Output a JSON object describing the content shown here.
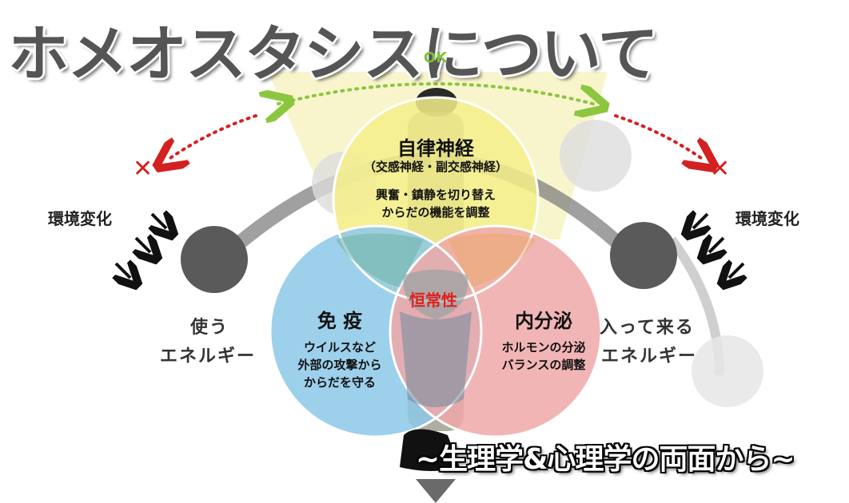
{
  "title": "ホメオスタシスについて",
  "subtitle": "~生理学&心理学の両面から~",
  "ok_label": "OK",
  "x_mark": "✕",
  "left_side": {
    "label": "環境変化",
    "energy_line1": "使う",
    "energy_line2": "エネルギー"
  },
  "right_side": {
    "label": "環境変化",
    "energy_line1": "入って来る",
    "energy_line2": "エネルギー"
  },
  "circles": {
    "autonomic": {
      "title": "自律神経",
      "subtitle": "（交感神経・副交感神経）",
      "line1": "興奮・鎮静を切り替え",
      "line2": "からだの機能を調整"
    },
    "immune": {
      "title": "免 疫",
      "line1": "ウイルスなど",
      "line2": "外部の攻撃から",
      "line3": "からだを守る"
    },
    "endocrine": {
      "title": "内分泌",
      "line1": "ホルモンの分泌",
      "line2": "バランスの調整"
    },
    "center": "恒常性"
  },
  "colors": {
    "autonomic": "#f5ee8a",
    "immune": "#8cc8e8",
    "endocrine": "#f0a8a8",
    "ok_arrow": "#8cc63f",
    "ng_arrow": "#d42020",
    "beam": "#f7f4c8"
  }
}
